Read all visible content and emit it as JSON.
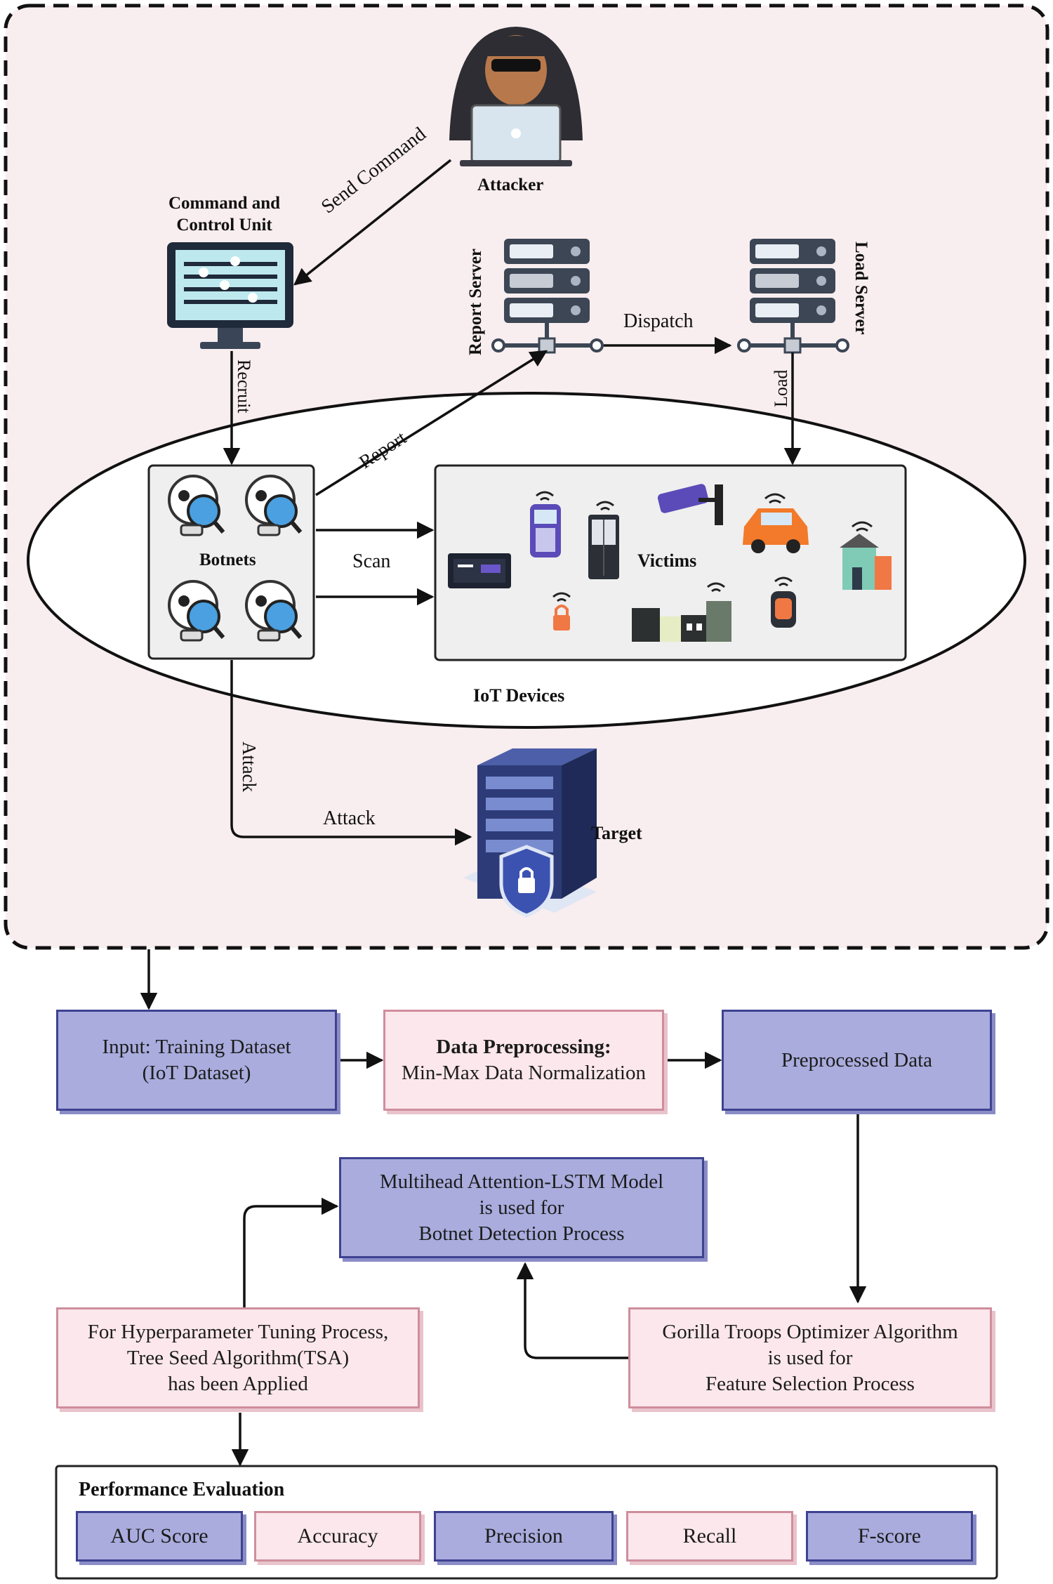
{
  "labels": {
    "attacker": "Attacker",
    "command_control": [
      "Command and",
      "Control Unit"
    ],
    "send_command": "Send Command",
    "report_server": "Report Server",
    "load_server": "Load Server",
    "dispatch": "Dispatch",
    "recruit": "Recruit",
    "load": "Load",
    "report": "Report",
    "botnets": "Botnets",
    "scan": "Scan",
    "victims": "Victims",
    "iot_devices": "IoT Devices",
    "attack_vertical": "Attack",
    "attack_horizontal": "Attack",
    "target": "Target"
  },
  "flow": {
    "input": [
      "Input: Training Dataset",
      "(IoT Dataset)"
    ],
    "preprocessing_title": "Data Preprocessing:",
    "preprocessing_sub": "Min-Max Data Normalization",
    "preprocessed": "Preprocessed Data",
    "model": [
      "Multihead Attention-LSTM Model",
      "is used for",
      "Botnet Detection Process"
    ],
    "tsa": [
      "For Hyperparameter Tuning Process,",
      "Tree Seed Algorithm(TSA)",
      "has been Applied"
    ],
    "gto": [
      "Gorilla Troops Optimizer Algorithm",
      "is used for",
      "Feature Selection Process"
    ]
  },
  "evaluation": {
    "title": "Performance Evaluation",
    "metrics": [
      "AUC Score",
      "Accuracy",
      "Precision",
      "Recall",
      "F-score"
    ]
  },
  "colors": {
    "panel_bg": "#f8edef",
    "blue_box": "#a9acdd",
    "pink_box": "#fbe7ec"
  }
}
